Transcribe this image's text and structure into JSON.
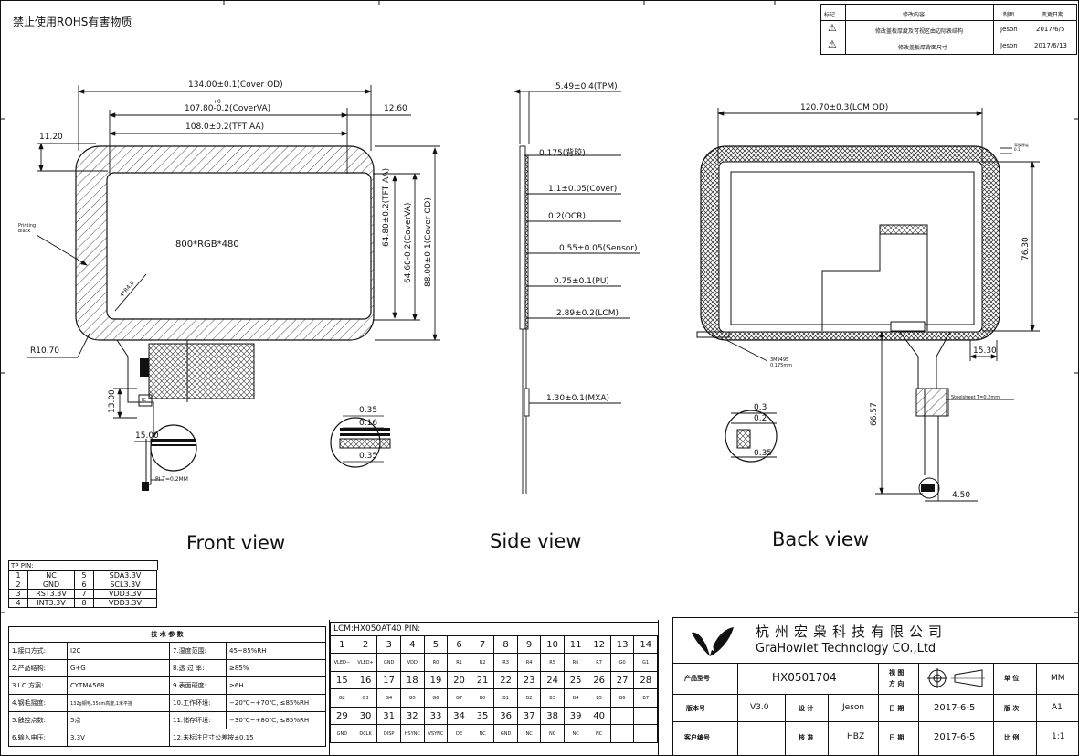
{
  "notice": "禁止使用ROHS有害物质",
  "revision": {
    "headers": [
      "标记",
      "修改内容",
      "制图",
      "变更日期"
    ],
    "rows": [
      {
        "mark": "⚠",
        "content": "修改盖板厚度及可视区由边际表结构",
        "drafter": "Jeson",
        "date": "2017/6/5"
      },
      {
        "mark": "⚠",
        "content": "修改盖板厚背面尺寸",
        "drafter": "Jeson",
        "date": "2017/6/13"
      }
    ]
  },
  "front": {
    "d_cover_od": "134.00±0.1(Cover OD)",
    "d_cover_va": "107.80-0.2(CoverVA)",
    "d_cover_va_tol": "+0",
    "d_tft_aa": "108.0±0.2(TFT AA)",
    "d_right_margin": "12.60",
    "d_top_margin": "11.20",
    "printing": "Printing\nblack",
    "resolution": "800*RGB*480",
    "v_tft_aa": "64.80±0.2(TFT AA)",
    "v_cover_va": "64.60-0.2(CoverVA)",
    "v_cover_od": "88.00±0.1(Cover OD)",
    "radius": "R10.70",
    "corner": "4*R4.0",
    "fpc_13": "13.00",
    "fpc_15": "15.00",
    "pi": "PI T=0.2MM",
    "ic": "IC",
    "det_035a": "0.35",
    "det_016": "0.16",
    "det_035b": "0.35",
    "caption": "Front view"
  },
  "side": {
    "d_tpm": "5.49±0.4(TPM)",
    "l_backglue": "0.175(背胶)",
    "l_cover": "1.1±0.05(Cover)",
    "l_ocr": "0.2(OCR)",
    "l_sensor": "0.55±0.05(Sensor)",
    "l_pu": "0.75±0.1(PU)",
    "l_lcm": "2.89±0.2(LCM)",
    "l_mxa": "1.30±0.1(MXA)",
    "caption": "Side view"
  },
  "back": {
    "d_lcm_od": "120.70±0.3(LCM OD)",
    "v_7630": "76.30",
    "d_1530": "15.30",
    "tape": "3M9495\n0.175mm",
    "steel": "Steelsheet T=0.2mm",
    "v_6657": "66.57",
    "d_450": "4.50",
    "det_03": "0.3",
    "det_02": "0.2",
    "det_035": "0.35",
    "tiny": "背胶厚度\n0.1",
    "caption": "Back view"
  },
  "tp_pin": {
    "title": "TP   PIN:",
    "rows": [
      [
        "1",
        "NC",
        "5",
        "SDA3.3V"
      ],
      [
        "2",
        "GND",
        "6",
        "SCL3.3V"
      ],
      [
        "3",
        "RST3.3V",
        "7",
        "VDD3.3V"
      ],
      [
        "4",
        "INT3.3V",
        "8",
        "VDD3.3V"
      ]
    ]
  },
  "tech": {
    "title": "技 术 参 数",
    "rows": [
      [
        "1.接口方式:",
        "I2C",
        "7.湿度范围:",
        "45~85%RH"
      ],
      [
        "2.产品结构:",
        "G+G",
        "8.透 过 率:",
        "≥85%"
      ],
      [
        "3.I C 方案:",
        "CYTMA568",
        "9.表面硬度:",
        "≥6H"
      ],
      [
        "4.钢毛摇度:",
        "132g钢毛,35cm高度,1米平摇",
        "10.工作环境:",
        "−20℃~+70℃, ≤85%RH"
      ],
      [
        "5.触控点数:",
        "5点",
        "11.储存环境:",
        "−30℃~+80℃, ≤85%RH"
      ],
      [
        "6.输入电压:",
        "3.3V",
        "12.未标注尺寸公差按±0.15",
        ""
      ]
    ]
  },
  "lcm_pin": {
    "title": "LCM:HX050AT40 PIN:",
    "nums1": [
      "1",
      "2",
      "3",
      "4",
      "5",
      "6",
      "7",
      "8",
      "9",
      "10",
      "11",
      "12",
      "13",
      "14"
    ],
    "names1": [
      "VLED−",
      "VLED+",
      "GND",
      "VDD",
      "R0",
      "R1",
      "R2",
      "R3",
      "R4",
      "R5",
      "R6",
      "R7",
      "G0",
      "G1"
    ],
    "nums2": [
      "15",
      "16",
      "17",
      "18",
      "19",
      "20",
      "21",
      "22",
      "23",
      "24",
      "25",
      "26",
      "27",
      "28"
    ],
    "names2": [
      "G2",
      "G3",
      "G4",
      "G5",
      "G6",
      "G7",
      "B0",
      "B1",
      "B2",
      "B3",
      "B4",
      "B5",
      "B6",
      "B7"
    ],
    "nums3": [
      "29",
      "30",
      "31",
      "32",
      "33",
      "34",
      "35",
      "36",
      "37",
      "38",
      "39",
      "40",
      "",
      ""
    ],
    "names3": [
      "GND",
      "DCLK",
      "DISP",
      "HSYNC",
      "VSYNC",
      "DE",
      "NC",
      "GND",
      "NC",
      "NC",
      "NC",
      "NC",
      "",
      ""
    ]
  },
  "title_block": {
    "company_cn": "杭州宏枭科技有限公司",
    "company_en": "GraHowlet Technology CO.,Ltd",
    "product_label": "产品型号",
    "product": "HX0501704",
    "view_label": "视 图\n方 向",
    "unit_label": "单 位",
    "unit": "MM",
    "version_label": "版本号",
    "version": "V3.0",
    "design_label": "设 计",
    "designer": "Jeson",
    "date_label": "日 期",
    "date": "2017-6-5",
    "rev_label": "版 次",
    "rev": "A1",
    "customer_label": "客户编号",
    "customer": "",
    "check_label": "核 准",
    "checker": "HBZ",
    "date_label2": "日 期",
    "date2": "2017-6-5",
    "scale_label": "比 例",
    "scale": "1:1"
  }
}
